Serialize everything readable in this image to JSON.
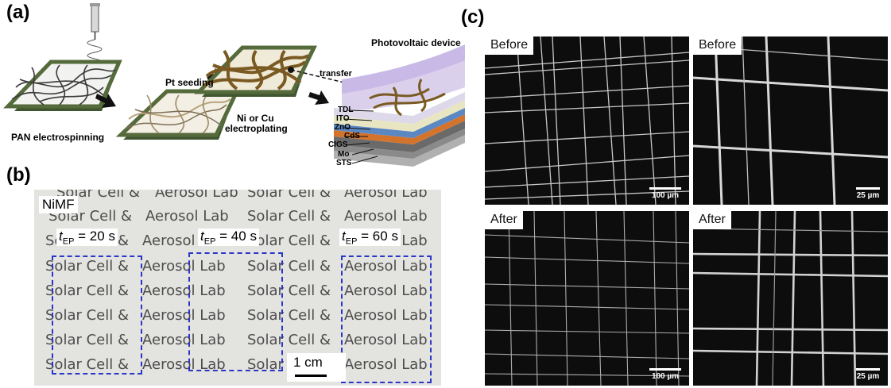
{
  "panel_labels": {
    "a": "(a)",
    "b": "(b)",
    "c": "(c)"
  },
  "panel_a": {
    "step1": "PAN electrospinning",
    "step2": "Pt seeding",
    "step3_line1": "Ni or Cu",
    "step3_line2": "electroplating",
    "transfer": "transfer",
    "device_title": "Photovoltaic device",
    "layers": [
      "TDL",
      "ITO",
      "ZnO",
      "CdS",
      "CIGS",
      "Mo",
      "STS"
    ],
    "colors": {
      "frame": "#556b3c",
      "fiber_pan": "#3a3a3a",
      "fiber_pt": "#b8a47a",
      "fiber_metal": "#7a5a22",
      "tdl": "#c9b9e6",
      "ito": "#e8e6c2",
      "zno": "#5b87c2",
      "cds": "#d4732b",
      "cigs": "#6a6a6a",
      "mo": "#8a8a8a",
      "sts": "#b0b0b0"
    }
  },
  "panel_b": {
    "sample": "NiMF",
    "text_words": [
      "Solar Cell &",
      "Aerosol Lab"
    ],
    "tep_value_1": "= 20 s",
    "tep_value_2": "= 40 s",
    "tep_value_3": "= 60 s",
    "t_symbol": "t",
    "t_sub": "EP",
    "scale_bar": "1 cm",
    "box_color": "#2b35c8"
  },
  "panel_c": {
    "before": "Before",
    "after": "After",
    "scale_100": "100 µm",
    "scale_25": "25 µm"
  }
}
